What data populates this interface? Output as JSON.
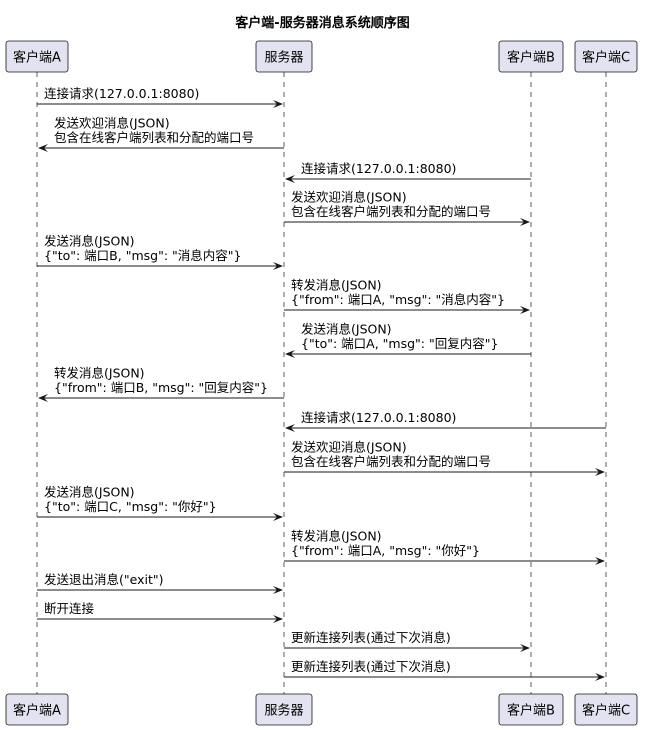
{
  "title": "客户端-服务器消息系统顺序图",
  "participants": [
    {
      "id": "A",
      "label": "客户端A"
    },
    {
      "id": "S",
      "label": "服务器"
    },
    {
      "id": "B",
      "label": "客户端B"
    },
    {
      "id": "C",
      "label": "客户端C"
    }
  ],
  "messages": [
    {
      "from": "A",
      "to": "S",
      "lines": [
        "连接请求(127.0.0.1:8080)"
      ]
    },
    {
      "from": "S",
      "to": "A",
      "lines": [
        "发送欢迎消息(JSON)",
        "包含在线客户端列表和分配的端口号"
      ]
    },
    {
      "from": "B",
      "to": "S",
      "lines": [
        "连接请求(127.0.0.1:8080)"
      ]
    },
    {
      "from": "S",
      "to": "B",
      "lines": [
        "发送欢迎消息(JSON)",
        "包含在线客户端列表和分配的端口号"
      ]
    },
    {
      "from": "A",
      "to": "S",
      "lines": [
        "发送消息(JSON)",
        "{\"to\": 端口B, \"msg\": \"消息内容\"}"
      ]
    },
    {
      "from": "S",
      "to": "B",
      "lines": [
        "转发消息(JSON)",
        "{\"from\": 端口A, \"msg\": \"消息内容\"}"
      ]
    },
    {
      "from": "B",
      "to": "S",
      "lines": [
        "发送消息(JSON)",
        "{\"to\": 端口A, \"msg\": \"回复内容\"}"
      ]
    },
    {
      "from": "S",
      "to": "A",
      "lines": [
        "转发消息(JSON)",
        "{\"from\": 端口B, \"msg\": \"回复内容\"}"
      ]
    },
    {
      "from": "C",
      "to": "S",
      "lines": [
        "连接请求(127.0.0.1:8080)"
      ]
    },
    {
      "from": "S",
      "to": "C",
      "lines": [
        "发送欢迎消息(JSON)",
        "包含在线客户端列表和分配的端口号"
      ]
    },
    {
      "from": "A",
      "to": "S",
      "lines": [
        "发送消息(JSON)",
        "{\"to\": 端口C, \"msg\": \"你好\"}"
      ]
    },
    {
      "from": "S",
      "to": "C",
      "lines": [
        "转发消息(JSON)",
        "{\"from\": 端口A, \"msg\": \"你好\"}"
      ]
    },
    {
      "from": "A",
      "to": "S",
      "lines": [
        "发送退出消息(\"exit\")"
      ]
    },
    {
      "from": "A",
      "to": "S",
      "lines": [
        "断开连接"
      ]
    },
    {
      "from": "S",
      "to": "B",
      "lines": [
        "更新连接列表(通过下次消息)"
      ]
    },
    {
      "from": "S",
      "to": "C",
      "lines": [
        "更新连接列表(通过下次消息)"
      ]
    }
  ]
}
